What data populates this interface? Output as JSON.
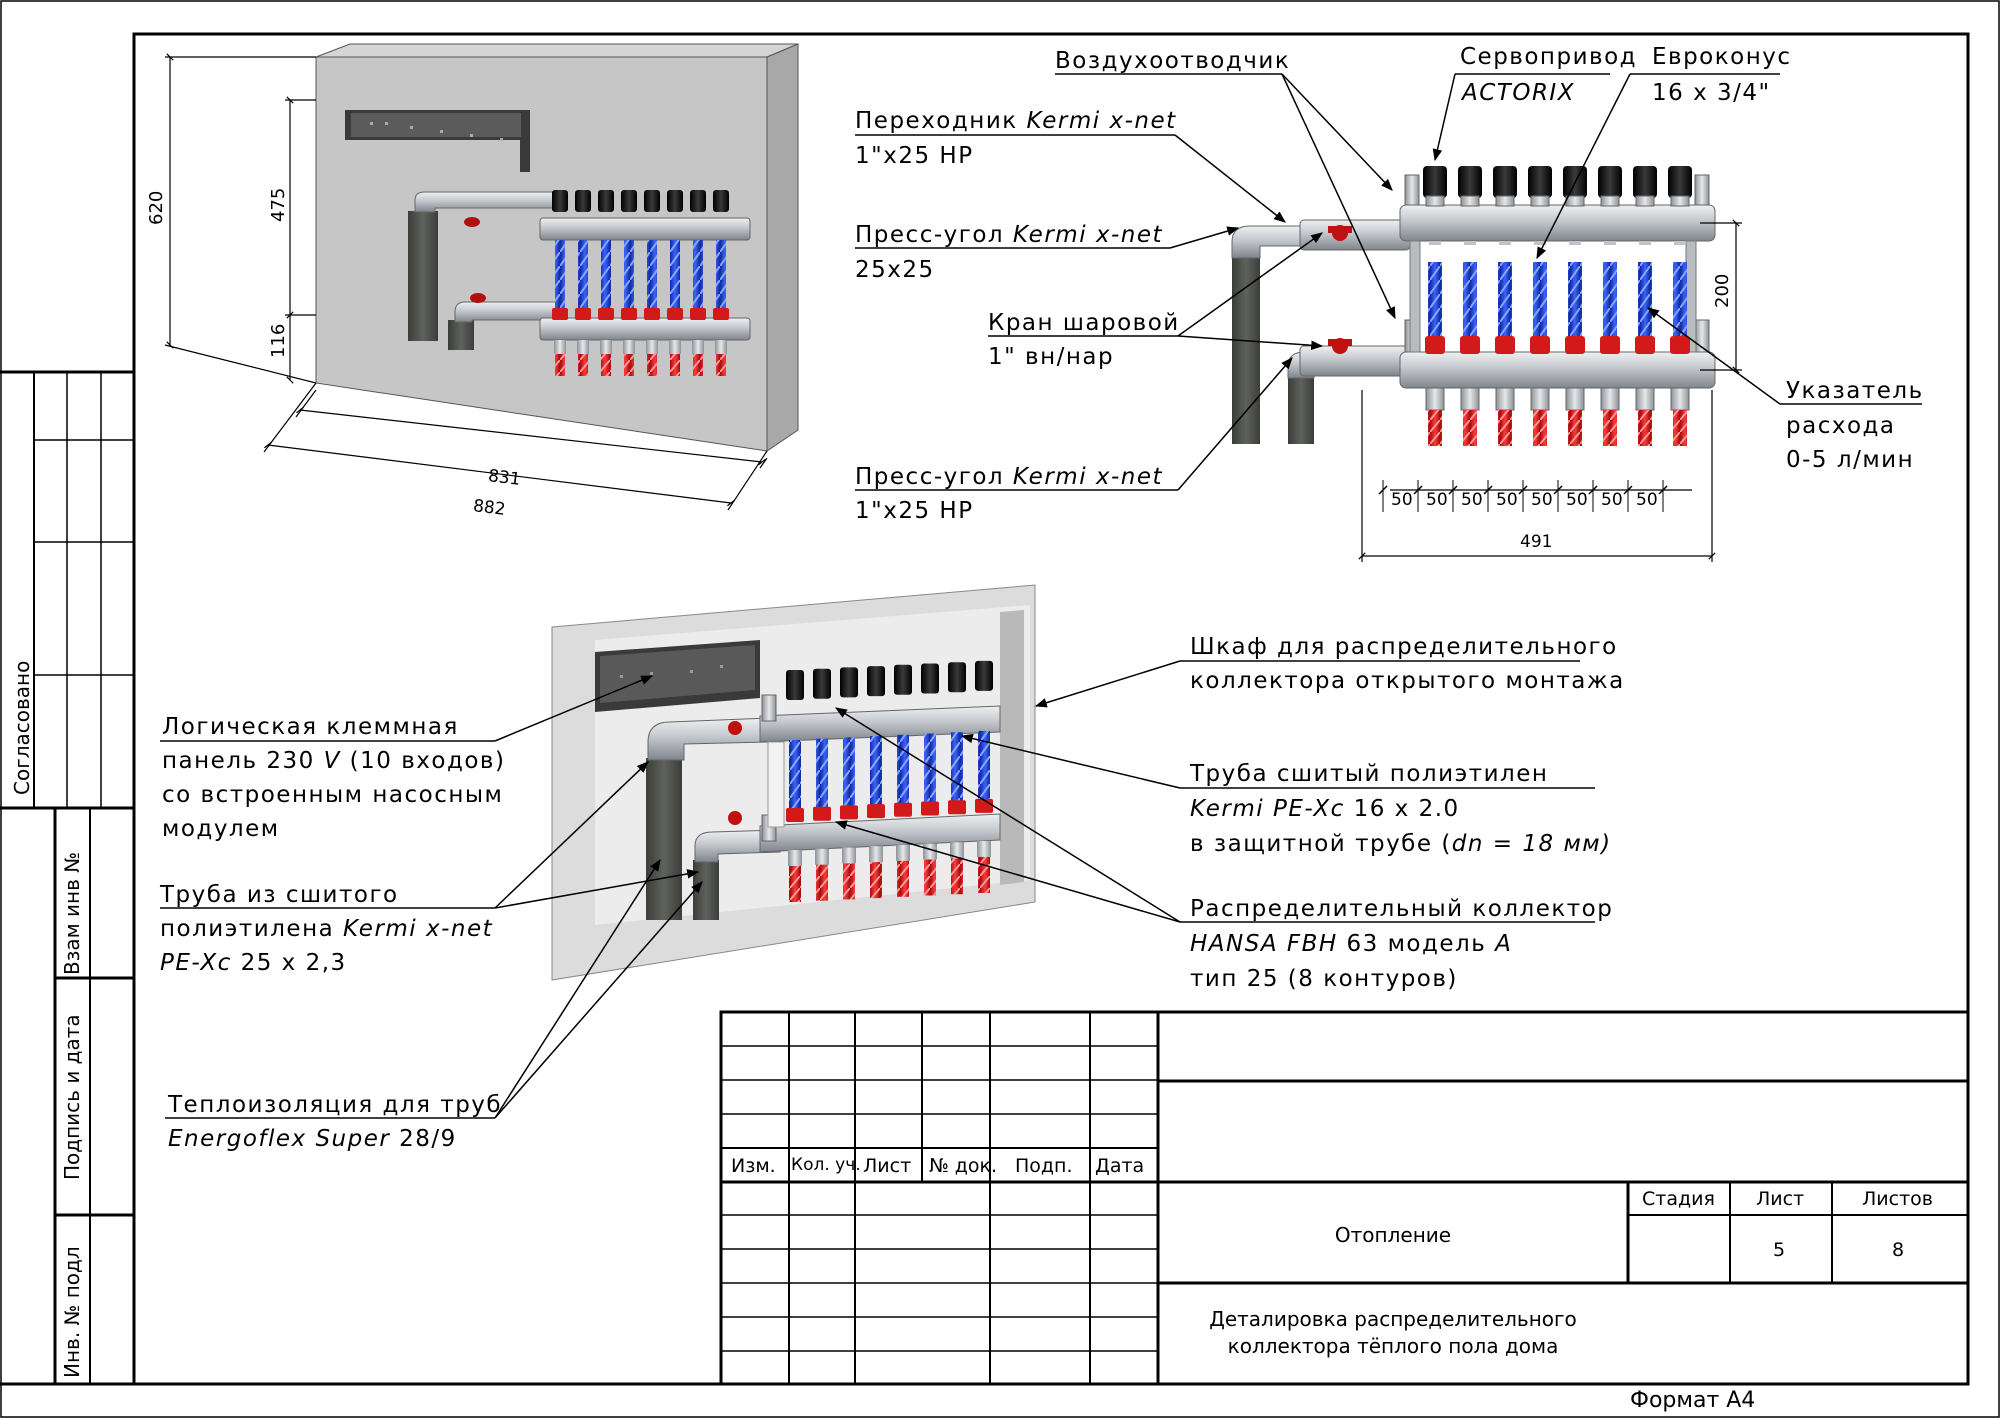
{
  "labels": {
    "air_vent": "Воздухоотводчик",
    "servo_1": "Сервопривод",
    "servo_2": "ACTORIX",
    "eurocone_1": "Евроконус",
    "eurocone_2": "16 x 3/4\"",
    "adapter_1": "Переходник",
    "adapter_1i": "Kermi x-net",
    "adapter_2": "1\"x25 НР",
    "press_angle_top_1": "Пресс-угол",
    "press_angle_top_1i": "Kermi x-net",
    "press_angle_top_2": "25x25",
    "ball_valve_1": "Кран шаровой",
    "ball_valve_2": "1\" вн/нар",
    "press_angle_bottom_1": "Пресс-угол",
    "press_angle_bottom_1i": "Kermi x-net",
    "press_angle_bottom_2": "1\"x25 НР",
    "flow_indicator_1": "Указатель",
    "flow_indicator_2": "расхода",
    "flow_indicator_3": "0-5 л/мин",
    "cabinet_1": "Шкаф для распределительного",
    "cabinet_2": "коллектора открытого монтажа",
    "logic_panel_1": "Логическая клеммная",
    "logic_panel_2a": "панель 230",
    "logic_panel_2i": "V",
    "logic_panel_2b": "(10 входов)",
    "logic_panel_3": "со встроенным насосным",
    "logic_panel_4": "модулем",
    "pex_pipe_1": "Труба сшитый полиэтилен",
    "pex_pipe_2i": "Kermi PE-Xc",
    "pex_pipe_2": "16 x 2.0",
    "pex_pipe_3a": "в защитной трубе (",
    "pex_pipe_3i": "dn = 18 мм)",
    "xnet_pipe_1": "Труба из сшитого",
    "xnet_pipe_2a": "полиэтилена",
    "xnet_pipe_2i": "Kermi x-net",
    "xnet_pipe_3i": "PE-Xc",
    "xnet_pipe_3": "25 x 2,3",
    "manifold_1": "Распределительный коллектор",
    "manifold_2i": "HANSA FBH",
    "manifold_2": "63 модель",
    "manifold_2j": "A",
    "manifold_3": "тип 25 (8 контуров)",
    "insulation_1": "Теплоизоляция для труб",
    "insulation_2i": "Energoflex Super",
    "insulation_2": "28/9"
  },
  "dimensions": {
    "cabinet_height": "620",
    "manifold_height": "475",
    "lower_offset": "116",
    "inner_width": "831",
    "outer_width": "882",
    "pitch": "50",
    "total_width": "491",
    "axis_distance": "200"
  },
  "stamp": {
    "side_agreed": "Согласовано",
    "side_inv_ref": "Взам инв №",
    "side_sign_date": "Подпись и дата",
    "side_inv_orig": "Инв. № подл",
    "col_izm": "Изм.",
    "col_kol": "Кол. уч.",
    "col_list": "Лист",
    "col_doc": "№ док.",
    "col_sign": "Подп.",
    "col_date": "Дата",
    "hdr_stage": "Стадия",
    "hdr_sheet": "Лист",
    "hdr_sheets": "Листов",
    "sheet_no": "5",
    "sheets_total": "8",
    "section": "Отопление",
    "title_1": "Деталировка распределительного",
    "title_2": "коллектора тёплого пола дома",
    "format": "Формат А4"
  },
  "colors": {
    "supply_pipe": "#d81e1e",
    "return_pipe": "#1a3fd6",
    "manifold_steel": "#c9ccd0",
    "actuator": "#111111",
    "insulation": "#4b4d49",
    "cabinet_face": "#cfcfcf",
    "cabinet_side": "#a3a3a3"
  }
}
